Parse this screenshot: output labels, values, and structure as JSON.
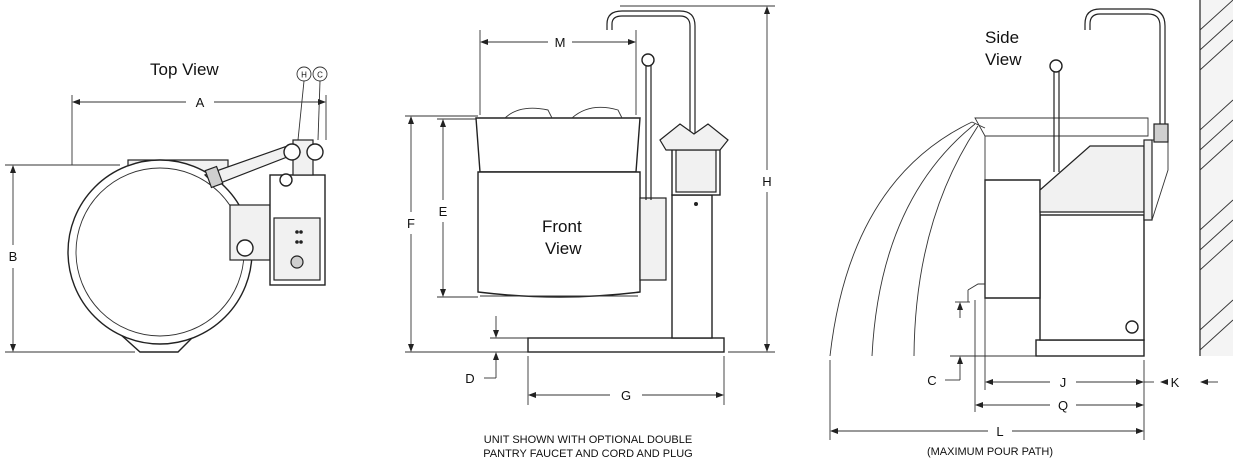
{
  "views": {
    "top": "Top View",
    "front_line1": "Front",
    "front_line2": "View",
    "side_line1": "Side",
    "side_line2": "View"
  },
  "callouts": {
    "h": "H",
    "c": "C"
  },
  "dimensions": {
    "A": "A",
    "B": "B",
    "C": "C",
    "D": "D",
    "E": "E",
    "F": "F",
    "G": "G",
    "H": "H",
    "J": "J",
    "K": "K",
    "L": "L",
    "M": "M",
    "Q": "Q"
  },
  "captions": {
    "front_line1": "UNIT SHOWN WITH OPTIONAL DOUBLE",
    "front_line2": "PANTRY FAUCET AND CORD AND PLUG",
    "side_paren": "(MAXIMUM POUR PATH)"
  }
}
